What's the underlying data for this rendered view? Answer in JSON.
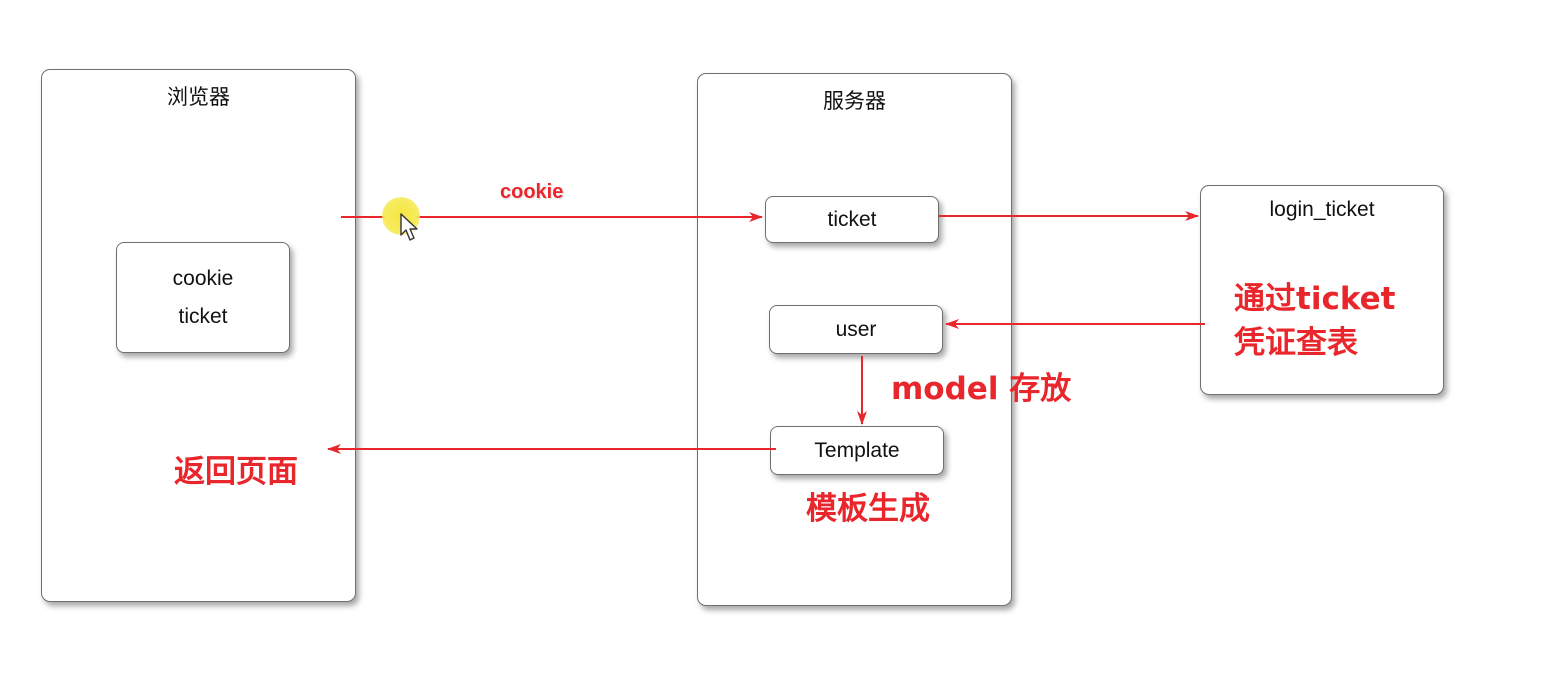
{
  "panels": {
    "browser": {
      "title": "浏览器"
    },
    "server": {
      "title": "服务器"
    },
    "login_ticket": {
      "title": "login_ticket"
    }
  },
  "nodes": {
    "browser_cookie": {
      "line1": "cookie",
      "line2": "ticket"
    },
    "ticket": {
      "label": "ticket"
    },
    "user": {
      "label": "user"
    },
    "template": {
      "label": "Template"
    }
  },
  "edges": {
    "cookie_label": "cookie"
  },
  "annotations": {
    "lookup_line1": "通过ticket",
    "lookup_line2": "凭证查表",
    "model_store": "model 存放",
    "template_generate": "模板生成",
    "return_page": "返回页面"
  },
  "colors": {
    "arrow": "#e8262b",
    "annotation": "#e8262b",
    "border": "#6f6f6f",
    "cursor_halo": "#f4e640"
  }
}
